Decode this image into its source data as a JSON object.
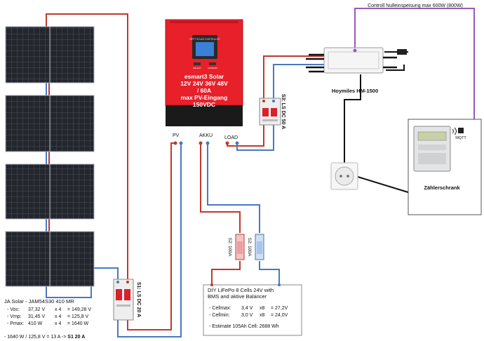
{
  "top_label": "Controll Nulleinspeisung max 600W (800W)",
  "controller": {
    "name": "esmart3 Solar",
    "voltage": "12V 24V 36V 48V",
    "current": "/ 60A",
    "pv_in_line": "max PV-Eingang",
    "pv_in_value": "150VDC",
    "screen_header": "MPPT SOLAR CONTROLLER",
    "btn_select": "SELECT",
    "btn_confirm": "CONFIRM"
  },
  "ports": {
    "pv": "PV",
    "akku": "AKKU",
    "load": "LOAD"
  },
  "inverter": {
    "name": "Hoymiles HM-1500"
  },
  "meter": {
    "label": "Zählerschrank",
    "mqtt": "MQTT"
  },
  "breakers": {
    "s3": "S3: LS DC 50 A",
    "s1": "S1: LS DC 20 A",
    "s2a": "S2: 100A",
    "s2b": "S2: 100A"
  },
  "panel": {
    "title": "JA Solar - JAM54S30 410 MR",
    "rows": [
      {
        "label": "- Voc:",
        "value": "37,32 V",
        "mult": "x 4",
        "eq": "= 149,28  V"
      },
      {
        "label": "- Vmp:",
        "value": "31,45 V",
        "mult": "x 4",
        "eq": "= 125,8    V"
      },
      {
        "label": "- Pmax:",
        "value": "410 W",
        "mult": "x 4",
        "eq": "= 1640     W"
      }
    ],
    "calc_prefix": "- 1640 W / 125,8 V = 13 A -> ",
    "calc_result": "S1 20 A"
  },
  "battery": {
    "title_1": "DIY LiFePo 8 Cells 24V with",
    "title_2": "BMS and aktive Balancer",
    "rows": [
      {
        "label": "- Cellmax:",
        "value": "3,4 V",
        "mult": "x8",
        "eq": "= 27,2V"
      },
      {
        "label": "- Cellmin:",
        "value": "3,0 V",
        "mult": "x8",
        "eq": "= 24,0V"
      }
    ],
    "estimate": "- Estimate 105Ah Cell: 2688 Wh"
  },
  "colors": {
    "positive": "#c0392b",
    "negative": "#4a78c0",
    "control": "#9b59b6",
    "ac": "#111111",
    "controller_red": "#e8202a",
    "controller_dark": "#1a1a1a",
    "panel_dark": "#1f2228"
  }
}
